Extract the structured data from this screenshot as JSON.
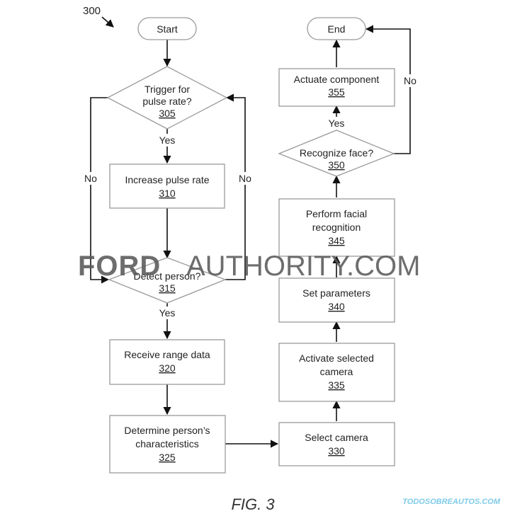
{
  "figure": {
    "ref_number": "300",
    "caption": "FIG. 3"
  },
  "nodes": {
    "start": {
      "text": "Start"
    },
    "trigger": {
      "line1": "Trigger for",
      "line2": "pulse rate?",
      "ref": "305"
    },
    "increase": {
      "line1": "Increase pulse rate",
      "ref": "310"
    },
    "detect": {
      "line1": "Detect person?",
      "ref": "315"
    },
    "receive": {
      "line1": "Receive range data",
      "ref": "320"
    },
    "determine": {
      "line1": "Determine person’s",
      "line2": "characteristics",
      "ref": "325"
    },
    "select": {
      "line1": "Select camera",
      "ref": "330"
    },
    "activate": {
      "line1": "Activate selected",
      "line2": "camera",
      "ref": "335"
    },
    "setparams": {
      "line1": "Set parameters",
      "ref": "340"
    },
    "facial": {
      "line1": "Perform facial",
      "line2": "recognition",
      "ref": "345"
    },
    "recognize": {
      "line1": "Recognize face?",
      "ref": "350"
    },
    "actuate": {
      "line1": "Actuate component",
      "ref": "355"
    },
    "end": {
      "text": "End"
    }
  },
  "edge_labels": {
    "trigger_yes": "Yes",
    "trigger_no": "No",
    "detect_yes": "Yes",
    "detect_no": "No",
    "recognize_yes": "Yes",
    "recognize_no": "No"
  },
  "watermarks": {
    "main_bold": "FORD",
    "main_rest": "AUTHORITY.COM",
    "corner": "TODOSOBREAUTOS.COM"
  },
  "colors": {
    "shape_stroke": "#9a9a9a",
    "arrow": "#111111",
    "watermark_gray": "#5a5a5a",
    "corner_watermark": "#7ecbe8"
  }
}
